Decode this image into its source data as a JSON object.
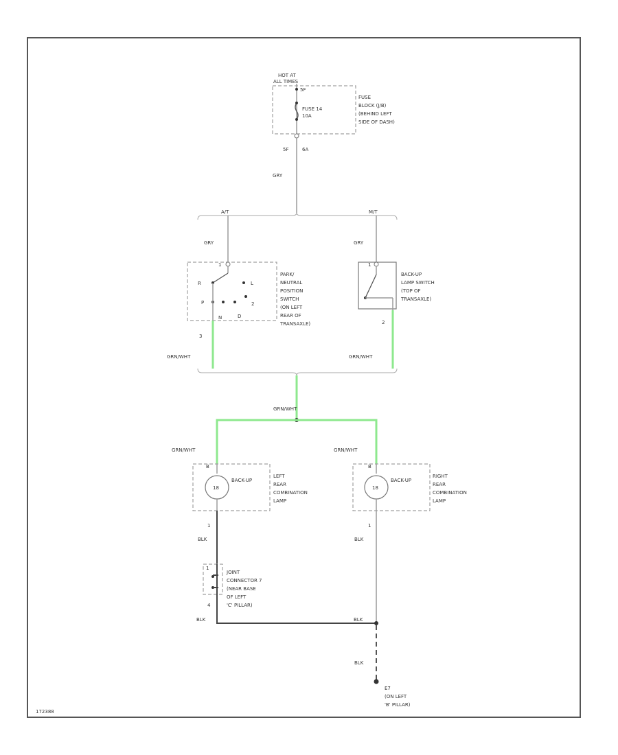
{
  "fuse": {
    "hot_line1": "HOT AT",
    "hot_line2": "ALL TIMES",
    "fuse_name": "FUSE 14",
    "fuse_amp": "10A",
    "block_desc": [
      "FUSE",
      "BLOCK (J/B)",
      "(BEHIND LEFT",
      "SIDE OF DASH)"
    ],
    "pin_left": "5F",
    "pin_right": "6A",
    "pin_top": "5F"
  },
  "wires": {
    "gry_main": "GRY",
    "gry_at": "GRY",
    "gry_mt": "GRY",
    "grn_left": "GRN/WHT",
    "grn_right": "GRN/WHT",
    "grn_splice": "GRN/WHT",
    "grn_lamp_left": "GRN/WHT",
    "grn_lamp_right": "GRN/WHT",
    "blk_left": "BLK",
    "blk_right": "BLK",
    "blk_bottom_left": "BLK",
    "blk_bottom_right": "BLK",
    "blk_ground": "BLK"
  },
  "branch": {
    "at_label": "A/T",
    "mt_label": "M/T"
  },
  "pnp_switch": {
    "desc": [
      "PARK/",
      "NEUTRAL",
      "POSITION",
      "SWITCH",
      "(ON LEFT",
      "REAR OF",
      "TRANSAXLE)"
    ],
    "positions": {
      "r": "R",
      "n": "N",
      "p": "P",
      "d": "D",
      "two": "2",
      "l": "L"
    },
    "pin_top": "1",
    "pin_bottom": "3"
  },
  "backup_switch": {
    "desc": [
      "BACK-UP",
      "LAMP SWITCH",
      "(TOP OF",
      "TRANSAXLE)"
    ],
    "pin_top": "1",
    "pin_bottom": "2"
  },
  "left_lamp": {
    "label": "BACK-UP",
    "desc": [
      "LEFT",
      "REAR",
      "COMBINATION",
      "LAMP"
    ],
    "watt": "18",
    "pin_top": "B",
    "pin_bottom": "1"
  },
  "right_lamp": {
    "label": "BACK-UP",
    "desc": [
      "RIGHT",
      "REAR",
      "COMBINATION",
      "LAMP"
    ],
    "watt": "18",
    "pin_top": "B",
    "pin_bottom": "1"
  },
  "joint_connector": {
    "desc": [
      "JOINT",
      "CONNECTOR 7",
      "(NEAR BASE",
      "OF LEFT",
      "'C' PILLAR)"
    ],
    "pin_top": "1",
    "pin_bottom": "4"
  },
  "ground": {
    "desc": [
      "E7",
      "(ON LEFT",
      "'B' PILLAR)"
    ]
  },
  "footer": {
    "code": "172388"
  }
}
